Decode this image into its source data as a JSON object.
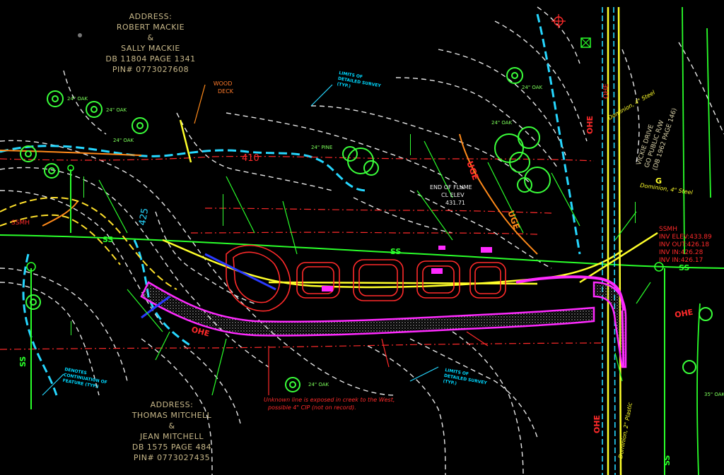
{
  "owners": {
    "north": {
      "heading": "ADDRESS:",
      "name_1": "ROBERT MACKIE",
      "amp": "&",
      "name_2": "SALLY MACKIE",
      "deed": "DB 11804 PAGE 1341",
      "pin": "PIN# 0773027608"
    },
    "south": {
      "heading": "ADDRESS:",
      "name_1": "THOMAS MITCHELL",
      "amp": "&",
      "name_2": "JEAN MITCHELL",
      "deed": "DB 1575 PAGE 484",
      "pin": "PIN# 0773027435"
    }
  },
  "road": {
    "name": "VICKIE DRIVE",
    "row": "GO PUBLIC R/W",
    "deed": "(DB 1962 PAGE 146)"
  },
  "notes": {
    "unknown_line_1": "Unknown line is exposed in creek to the West,",
    "unknown_line_2": "possible 4\" CIP (not on record)."
  },
  "survey_limits": {
    "north_1": "LIMITS OF",
    "north_2": "DETAILED SURVEY",
    "north_3": "(TYP.)",
    "south_1": "LIMITS OF",
    "south_2": "DETAILED SURVEY",
    "south_3": "(TYP.)",
    "west_1": "DENOTES",
    "west_2": "CONTINUATION OF",
    "west_3": "FEATURE (TYP.)"
  },
  "trees": {
    "oak_24_a": "24\" OAK",
    "oak_24_b": "24\" OAK",
    "oak_24_c": "24\" OAK",
    "oak_24_d": "24\" OAK",
    "oak_24_e": "24\" OAK",
    "oak_24_f": "24\" OAK",
    "pine_24": "24\" PINE",
    "oak_35": "35\" OAK"
  },
  "labels": {
    "wood_deck_1": "WOOD",
    "wood_deck_2": "DECK",
    "end_flume_1": "END OF FLUME",
    "end_flume_2": "CL ELEV",
    "end_flume_3": "431.71",
    "ssmh_1": "SSMH",
    "ssmh_2": "INV ELEV:433.89",
    "ssmh_3": "INV OUT:426.18",
    "ssmh_4": "INV IN:426.28",
    "ssmh_5": "INV IN:426.17",
    "ssmh_west": "SSMH",
    "contour_410": "410",
    "contour_425": "425",
    "dominion_1": "Dominion, 4\" Steel",
    "dominion_2": "Dominion, 4\" Steel",
    "dominion_3": "Dominion, 2\" Plastic",
    "use": "UGE",
    "ohe": "OHE",
    "ss": "SS",
    "g": "G"
  },
  "colors": {
    "background": "#000000",
    "contour": "#e6e6e6",
    "creek": "#26d7ff",
    "sewer": "#2aff2a",
    "edge_pavement": "#ffff2a",
    "proposed": "#ff2aff",
    "utility_red": "#ff2a2a",
    "orange": "#ff8a1a",
    "yellow_dash": "#ffe02a"
  }
}
